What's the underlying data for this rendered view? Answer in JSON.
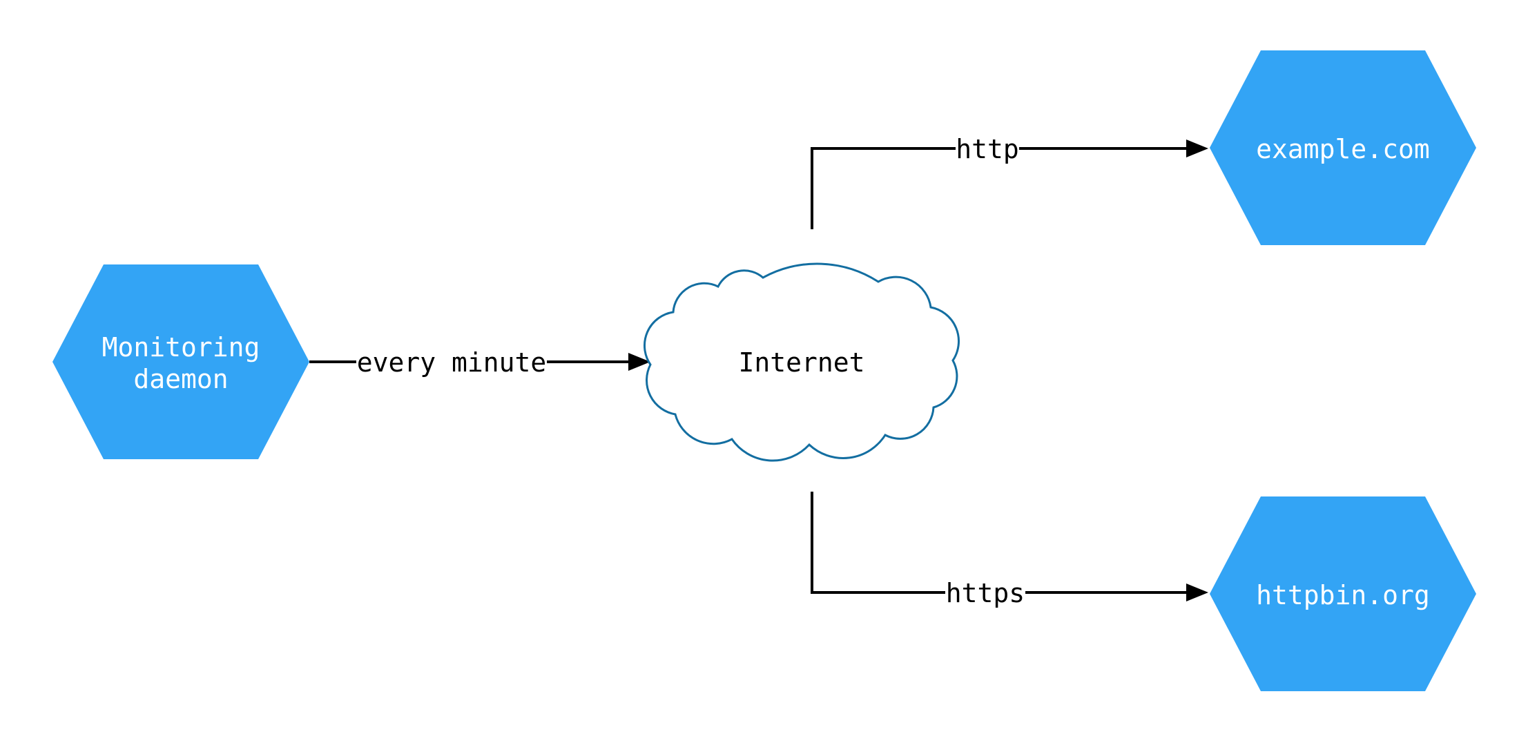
{
  "diagram": {
    "type": "network-flow-diagram",
    "background": "#ffffff",
    "colors": {
      "node_fill": "#33a4f5",
      "node_text": "#ffffff",
      "cloud_fill": "#ffffff",
      "cloud_stroke": "#136ea1",
      "cloud_text": "#000000",
      "edge_line": "#000000",
      "edge_text": "#000000"
    },
    "nodes": {
      "monitoring": {
        "shape": "hexagon",
        "label_line1": "Monitoring",
        "label_line2": "daemon"
      },
      "internet": {
        "shape": "cloud",
        "label": "Internet"
      },
      "example": {
        "shape": "hexagon",
        "label": "example.com"
      },
      "httpbin": {
        "shape": "hexagon",
        "label": "httpbin.org"
      }
    },
    "edges": {
      "monitoring_to_internet": {
        "from": "monitoring",
        "to": "internet",
        "label": "every minute"
      },
      "internet_to_example": {
        "from": "internet",
        "to": "example",
        "label": "http"
      },
      "internet_to_httpbin": {
        "from": "internet",
        "to": "httpbin",
        "label": "https"
      }
    }
  }
}
